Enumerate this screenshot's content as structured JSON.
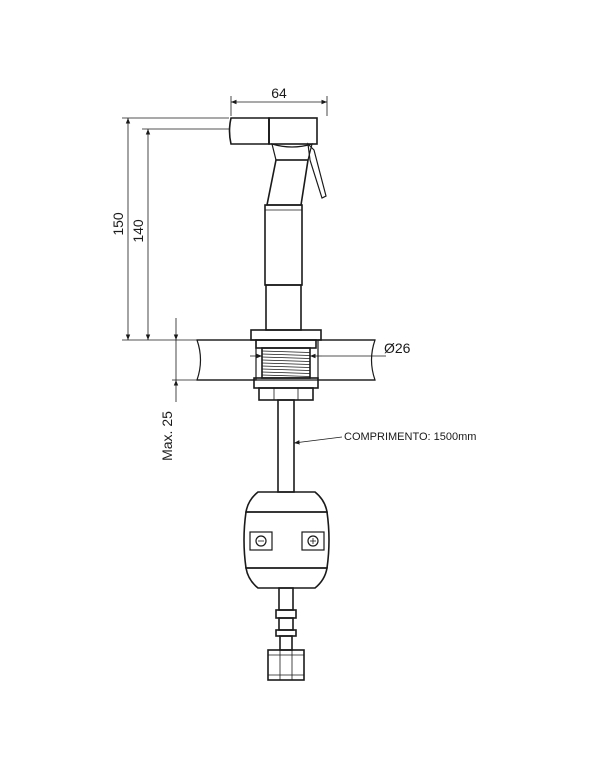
{
  "dimensions": {
    "width_top": "64",
    "height_total": "150",
    "height_body": "140",
    "thread_diameter": "Ø26",
    "max_thickness": "Max. 25"
  },
  "annotations": {
    "hose_length": "COMPRIMENTO: 1500mm"
  },
  "colors": {
    "line": "#1a1a1a",
    "background": "#ffffff"
  }
}
